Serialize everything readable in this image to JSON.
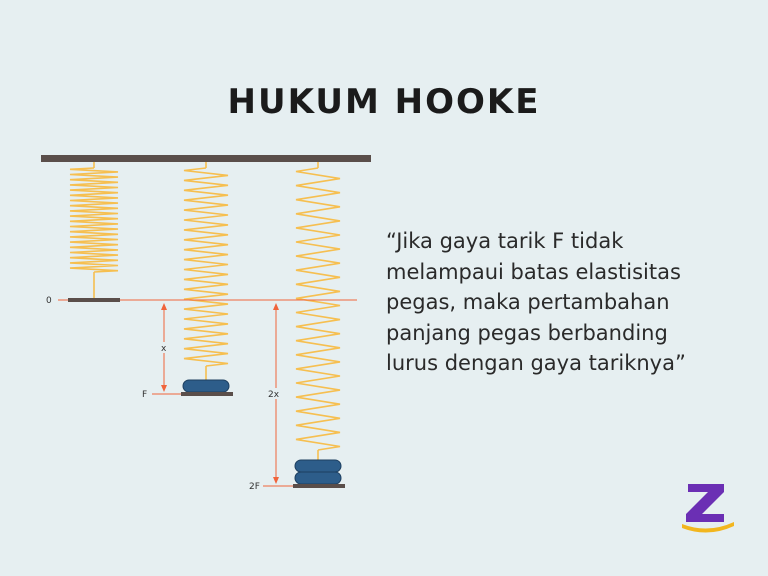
{
  "title": "HUKUM HOOKE",
  "quote_lines": [
    "“Jika gaya tarik F tidak",
    "melampaui batas elastisitas",
    "pegas, maka pertambahan",
    "panjang pegas berbanding",
    "lurus dengan gaya tariknya”"
  ],
  "labels": {
    "zero": "0",
    "x": "x",
    "f": "F",
    "two_x": "2x",
    "two_f": "2F"
  },
  "colors": {
    "background": "#e6eff1",
    "spring": "#f6bf50",
    "ceiling": "#5a4e4a",
    "weight": "#2d5d8a",
    "reference_line": "#f0643c",
    "logo_purple": "#6b2fb4",
    "logo_yellow": "#f2b61e"
  },
  "logo_icon": "letter-z-logo"
}
